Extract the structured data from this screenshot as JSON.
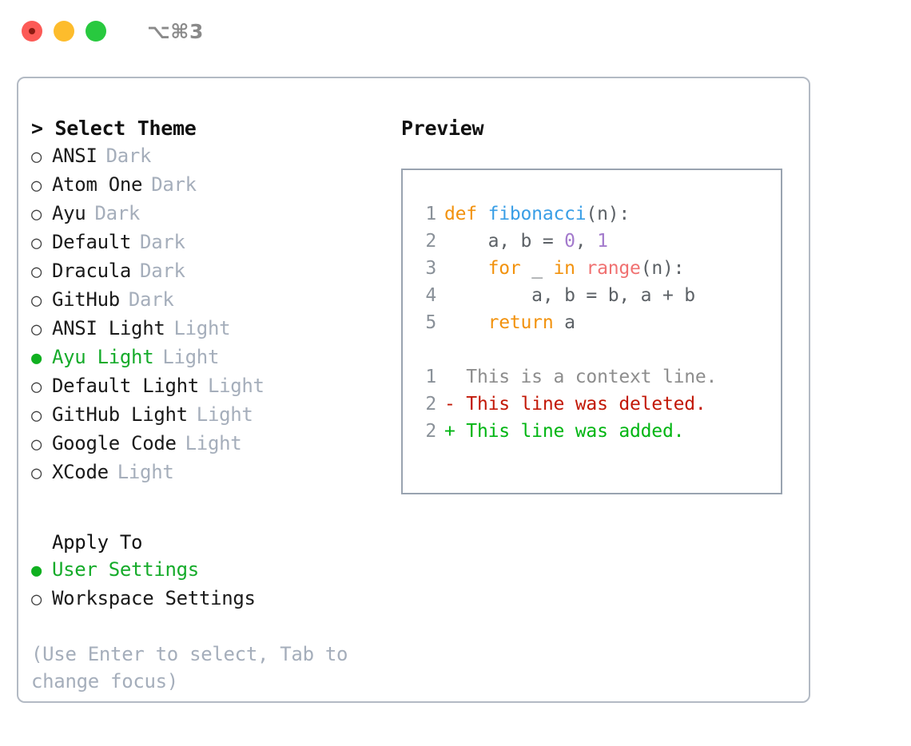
{
  "titlebar": {
    "shortcut": "⌥⌘3",
    "lights": [
      "close",
      "minimize",
      "maximize"
    ]
  },
  "left": {
    "heading": "> Select Theme",
    "themes": [
      {
        "marker": "○",
        "name": "ANSI",
        "category": "Dark",
        "selected": false
      },
      {
        "marker": "○",
        "name": "Atom One",
        "category": "Dark",
        "selected": false
      },
      {
        "marker": "○",
        "name": "Ayu",
        "category": "Dark",
        "selected": false
      },
      {
        "marker": "○",
        "name": "Default",
        "category": "Dark",
        "selected": false
      },
      {
        "marker": "○",
        "name": "Dracula",
        "category": "Dark",
        "selected": false
      },
      {
        "marker": "○",
        "name": "GitHub",
        "category": "Dark",
        "selected": false
      },
      {
        "marker": "○",
        "name": "ANSI Light",
        "category": "Light",
        "selected": false
      },
      {
        "marker": "●",
        "name": "Ayu Light",
        "category": "Light",
        "selected": true
      },
      {
        "marker": "○",
        "name": "Default Light",
        "category": "Light",
        "selected": false
      },
      {
        "marker": "○",
        "name": "GitHub Light",
        "category": "Light",
        "selected": false
      },
      {
        "marker": "○",
        "name": "Google Code",
        "category": "Light",
        "selected": false
      },
      {
        "marker": "○",
        "name": "XCode",
        "category": "Light",
        "selected": false
      }
    ],
    "apply_to_heading": "Apply To",
    "apply_to": [
      {
        "marker": "●",
        "name": "User Settings",
        "selected": true
      },
      {
        "marker": "○",
        "name": "Workspace Settings",
        "selected": false
      }
    ],
    "hint": "(Use Enter to select, Tab to change focus)"
  },
  "right": {
    "title": "Preview",
    "code": [
      {
        "lineno": "1",
        "tokens": [
          {
            "t": "def ",
            "c": "kw"
          },
          {
            "t": "fibonacci",
            "c": "fn"
          },
          {
            "t": "(n):",
            "c": "plain"
          }
        ]
      },
      {
        "lineno": "2",
        "tokens": [
          {
            "t": "    a, b = ",
            "c": "plain"
          },
          {
            "t": "0",
            "c": "num"
          },
          {
            "t": ", ",
            "c": "plain"
          },
          {
            "t": "1",
            "c": "num"
          }
        ]
      },
      {
        "lineno": "3",
        "tokens": [
          {
            "t": "    ",
            "c": "plain"
          },
          {
            "t": "for",
            "c": "kw"
          },
          {
            "t": " _ ",
            "c": "plain"
          },
          {
            "t": "in",
            "c": "kw"
          },
          {
            "t": " ",
            "c": "plain"
          },
          {
            "t": "range",
            "c": "bi"
          },
          {
            "t": "(n):",
            "c": "plain"
          }
        ]
      },
      {
        "lineno": "4",
        "tokens": [
          {
            "t": "        a, b = b, a + b",
            "c": "plain"
          }
        ]
      },
      {
        "lineno": "5",
        "tokens": [
          {
            "t": "    ",
            "c": "plain"
          },
          {
            "t": "return",
            "c": "kw"
          },
          {
            "t": " a",
            "c": "plain"
          }
        ]
      }
    ],
    "diff": [
      {
        "lineno": "1",
        "marker": "  ",
        "text": "This is a context line.",
        "kind": "ctx"
      },
      {
        "lineno": "2",
        "marker": "- ",
        "text": "This line was deleted.",
        "kind": "del"
      },
      {
        "lineno": "2",
        "marker": "+ ",
        "text": "This line was added.",
        "kind": "add"
      }
    ]
  },
  "colors": {
    "selected_green": "#15ab2a",
    "muted": "#a5aebb",
    "panel_border": "#b3bac4",
    "preview_border": "#99a3b0",
    "keyword": "#f2920d",
    "function": "#399ee6",
    "number": "#a37acc",
    "builtin": "#f07171",
    "plain": "#5c6166",
    "lineno": "#8a9199",
    "diff_context": "#8d8d8d",
    "diff_deleted": "#c21807",
    "diff_added": "#00b512"
  }
}
